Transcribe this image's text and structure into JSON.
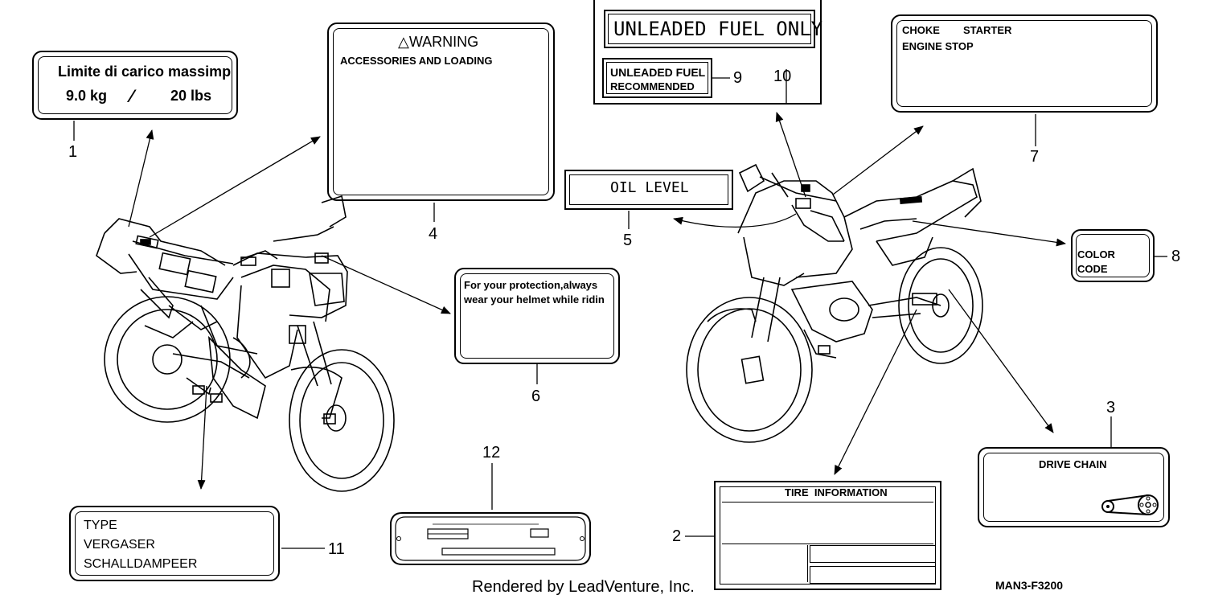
{
  "labels": {
    "l1": {
      "line1": "Limite di carico massimp",
      "line2a": "9.0 kg",
      "line2b": "⁄",
      "line2c": "20 lbs"
    },
    "l2": {
      "header": "TIRE  INFORMATION"
    },
    "l3": {
      "title": "DRIVE CHAIN"
    },
    "l4": {
      "title": "△WARNING",
      "subtitle": "ACCESSORIES AND LOADING"
    },
    "l5": {
      "title": "OIL LEVEL"
    },
    "l6": {
      "line1": "For your protection,always",
      "line2": "wear your helmet while ridin"
    },
    "l7": {
      "line1a": "CHOKE",
      "line1b": "STARTER",
      "line2": "ENGINE STOP"
    },
    "l8": {
      "line1": "COLOR",
      "line2": "CODE"
    },
    "l9": {
      "line1": "UNLEADED FUEL",
      "line2": "RECOMMENDED"
    },
    "l10": {
      "title": "UNLEADED FUEL ONLY"
    },
    "l11": {
      "line1": "TYPE",
      "line2": "VERGASER",
      "line3": "SCHALLDAMPEER"
    }
  },
  "callouts": {
    "n1": "1",
    "n2": "2",
    "n3": "3",
    "n4": "4",
    "n5": "5",
    "n6": "6",
    "n7": "7",
    "n8": "8",
    "n9": "9",
    "n10": "10",
    "n11": "11",
    "n12": "12"
  },
  "footer": {
    "credit": "Rendered by LeadVenture, Inc.",
    "code": "MAN3-F3200"
  }
}
